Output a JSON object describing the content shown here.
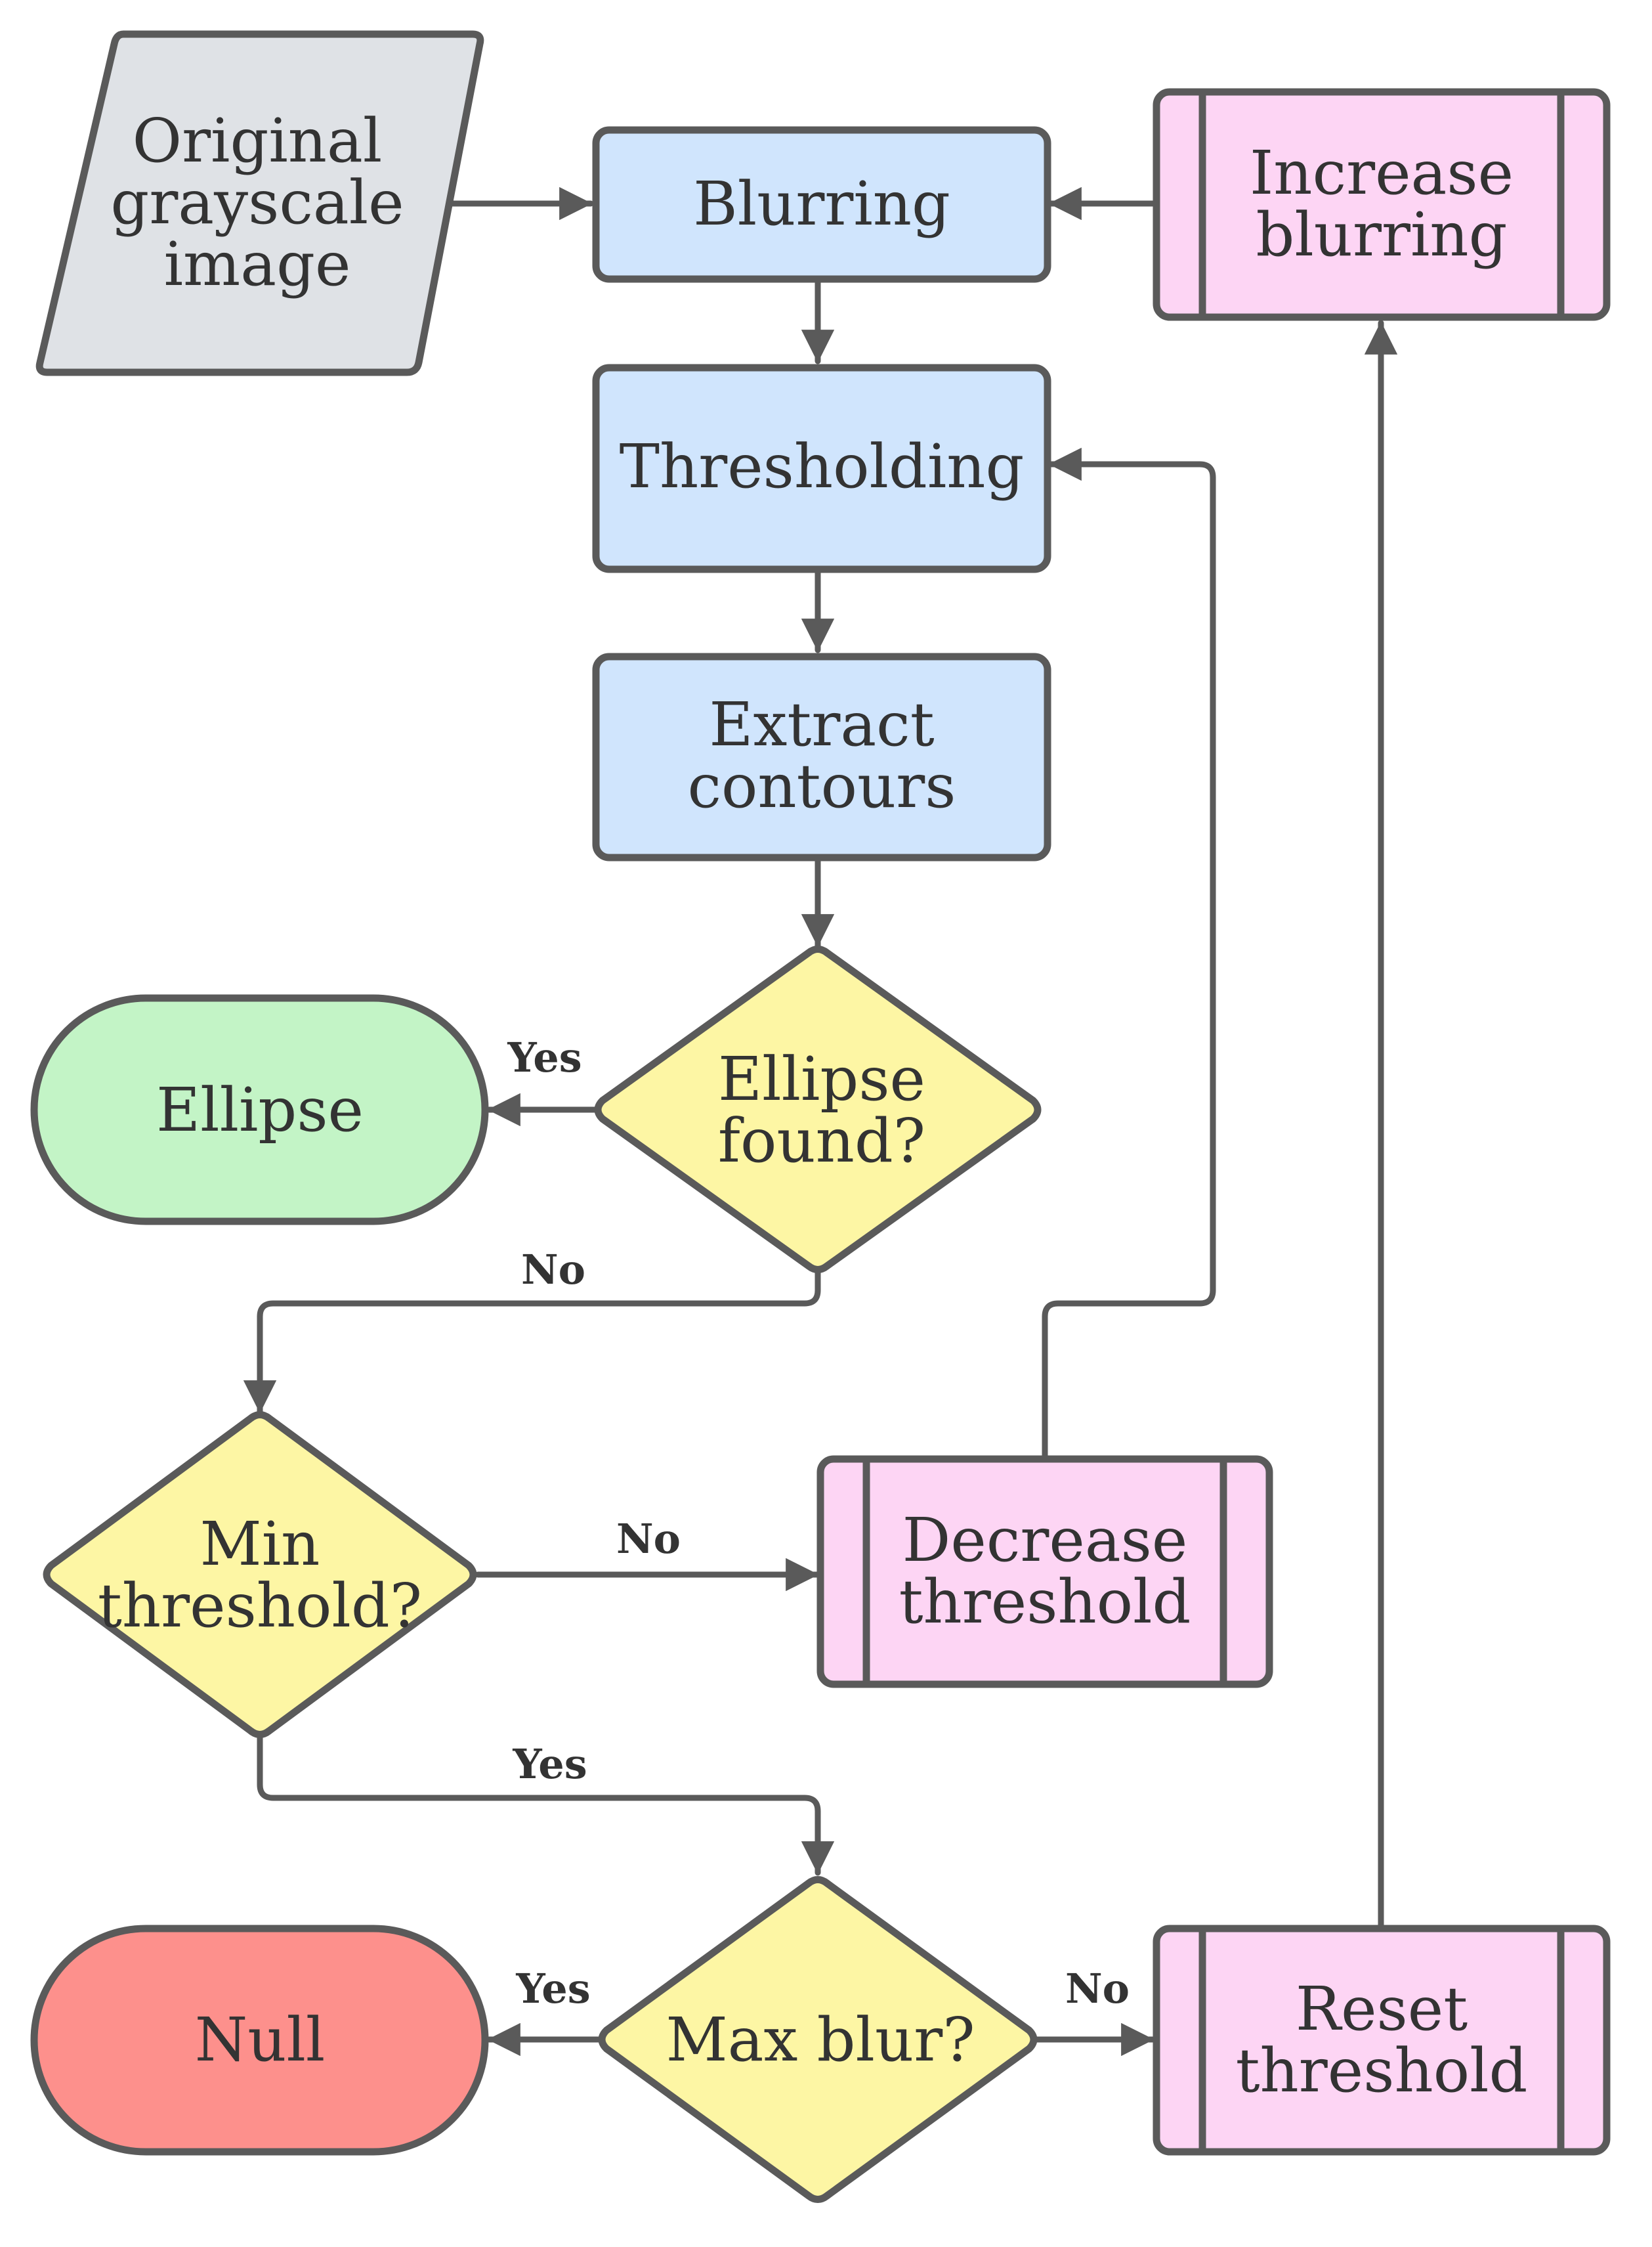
{
  "colors": {
    "stroke": "#5a5a5a",
    "text": "#333333",
    "input": "#dfe2e6",
    "process": "#d0e5fd",
    "subprocess": "#fdd5f4",
    "decision": "#fdf6a4",
    "terminal_success": "#c3f4c6",
    "terminal_fail": "#fd908c"
  },
  "nodes": {
    "original": {
      "lines": [
        "Original",
        "grayscale",
        "image"
      ]
    },
    "blurring": {
      "lines": [
        "Blurring"
      ]
    },
    "increase_blurring": {
      "lines": [
        "Increase",
        "blurring"
      ]
    },
    "thresholding": {
      "lines": [
        "Thresholding"
      ]
    },
    "extract_contours": {
      "lines": [
        "Extract",
        "contours"
      ]
    },
    "ellipse_found": {
      "lines": [
        "Ellipse",
        "found?"
      ]
    },
    "ellipse": {
      "lines": [
        "Ellipse"
      ]
    },
    "min_threshold": {
      "lines": [
        "Min",
        "threshold?"
      ]
    },
    "decrease_threshold": {
      "lines": [
        "Decrease",
        "threshold"
      ]
    },
    "max_blur": {
      "lines": [
        "Max blur?"
      ]
    },
    "null": {
      "lines": [
        "Null"
      ]
    },
    "reset_threshold": {
      "lines": [
        "Reset",
        "threshold"
      ]
    }
  },
  "edge_labels": {
    "ellipse_yes": "Yes",
    "ellipse_no": "No",
    "min_no": "No",
    "min_yes": "Yes",
    "max_yes": "Yes",
    "max_no": "No"
  }
}
